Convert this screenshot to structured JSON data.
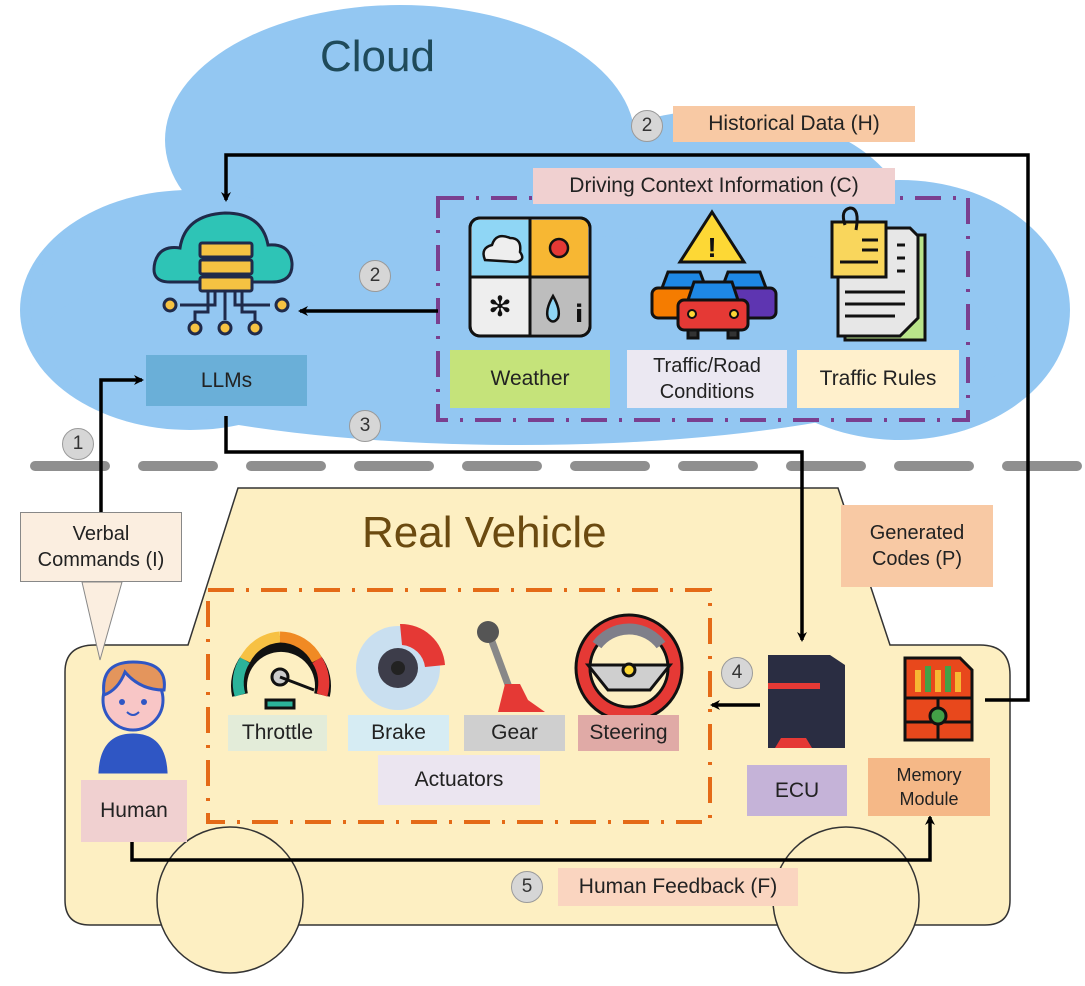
{
  "cloud": {
    "title": "Cloud",
    "llm_label": "LLMs",
    "context_box_title": "Driving Context Information (C)",
    "historical_label": "Historical Data (H)",
    "context_items": [
      {
        "label": "Weather",
        "icon": "weather-icon",
        "color": "#c5e37a"
      },
      {
        "label": "Traffic/Road Conditions",
        "icon": "traffic-cars-icon",
        "color": "#ebe8f2"
      },
      {
        "label": "Traffic Rules",
        "icon": "rules-document-icon",
        "color": "#fff0cc"
      }
    ]
  },
  "vehicle": {
    "title": "Real Vehicle",
    "verbal_commands": "Verbal Commands (I)",
    "generated_codes": "Generated Codes (P)",
    "human_label": "Human",
    "actuators_label": "Actuators",
    "actuators": [
      {
        "label": "Throttle",
        "icon": "speedometer-icon",
        "color": "#e3ecd9"
      },
      {
        "label": "Brake",
        "icon": "brake-disc-icon",
        "color": "#d6ecf3"
      },
      {
        "label": "Gear",
        "icon": "gear-shift-icon",
        "color": "#cfcfcf"
      },
      {
        "label": "Steering",
        "icon": "steering-wheel-icon",
        "color": "#e0aaa6"
      }
    ],
    "ecu_label": "ECU",
    "memory_label": "Memory Module",
    "feedback_label": "Human Feedback (F)"
  },
  "steps": [
    "1",
    "2",
    "2",
    "3",
    "4",
    "5"
  ],
  "colors": {
    "cloud": "#93c7f2",
    "vehicle": "#fdefc2",
    "llm_box": "#6aafd8",
    "context_border": "#7a3f8f",
    "actuator_border": "#e46a17"
  }
}
